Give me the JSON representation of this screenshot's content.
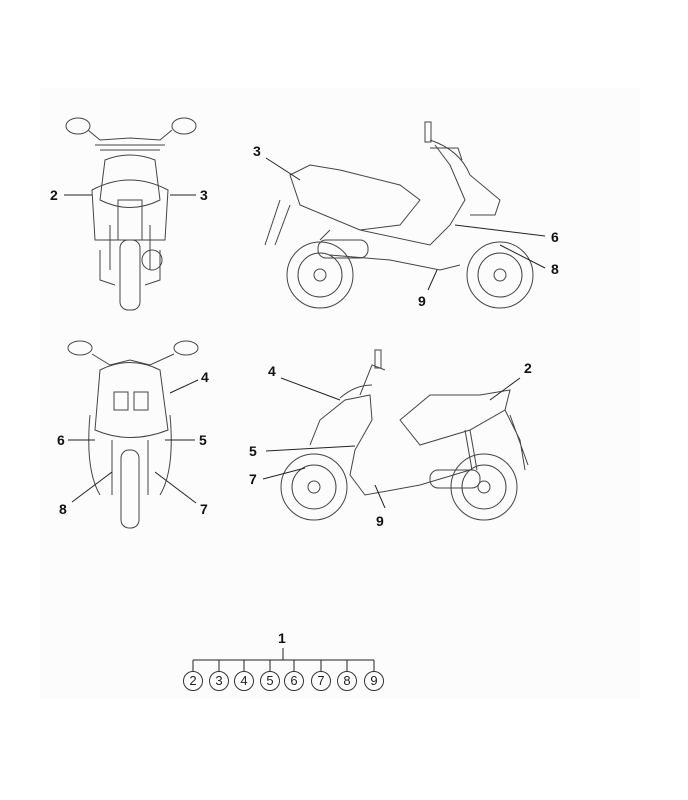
{
  "diagram": {
    "views": {
      "rear": {
        "labels": [
          {
            "id": "2",
            "text": "2"
          },
          {
            "id": "3",
            "text": "3"
          }
        ]
      },
      "left_side": {
        "labels": [
          {
            "text": "3"
          },
          {
            "text": "6"
          },
          {
            "text": "8"
          },
          {
            "text": "9"
          }
        ]
      },
      "front": {
        "labels": [
          {
            "text": "4"
          },
          {
            "text": "6"
          },
          {
            "text": "5"
          },
          {
            "text": "8"
          },
          {
            "text": "7"
          }
        ]
      },
      "right_side": {
        "labels": [
          {
            "text": "4"
          },
          {
            "text": "2"
          },
          {
            "text": "5"
          },
          {
            "text": "7"
          },
          {
            "text": "9"
          }
        ]
      }
    },
    "tree": {
      "root": "1",
      "children": [
        "2",
        "3",
        "4",
        "5",
        "6",
        "7",
        "8",
        "9"
      ]
    }
  }
}
